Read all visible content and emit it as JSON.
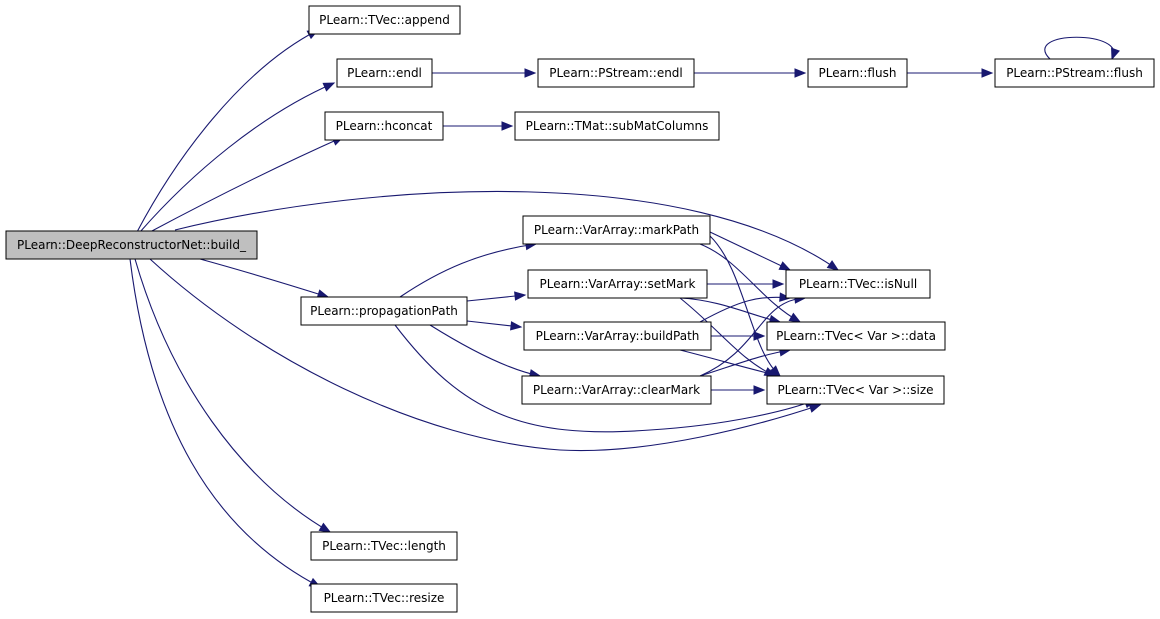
{
  "diagram": {
    "type": "call-graph",
    "colors": {
      "edge": "#191970",
      "root_fill": "#bfbfbf",
      "node_fill": "#ffffff",
      "border": "#000000"
    },
    "nodes": [
      {
        "id": "build",
        "label": "PLearn::DeepReconstructorNet::build_",
        "root": true
      },
      {
        "id": "append",
        "label": "PLearn::TVec::append"
      },
      {
        "id": "endl",
        "label": "PLearn::endl"
      },
      {
        "id": "hconcat",
        "label": "PLearn::hconcat"
      },
      {
        "id": "propagationPath",
        "label": "PLearn::propagationPath"
      },
      {
        "id": "length",
        "label": "PLearn::TVec::length"
      },
      {
        "id": "resize",
        "label": "PLearn::TVec::resize"
      },
      {
        "id": "pstreamEndl",
        "label": "PLearn::PStream::endl"
      },
      {
        "id": "subMatColumns",
        "label": "PLearn::TMat::subMatColumns"
      },
      {
        "id": "markPath",
        "label": "PLearn::VarArray::markPath"
      },
      {
        "id": "setMark",
        "label": "PLearn::VarArray::setMark"
      },
      {
        "id": "buildPath",
        "label": "PLearn::VarArray::buildPath"
      },
      {
        "id": "clearMark",
        "label": "PLearn::VarArray::clearMark"
      },
      {
        "id": "flush",
        "label": "PLearn::flush"
      },
      {
        "id": "pstreamFlush",
        "label": "PLearn::PStream::flush"
      },
      {
        "id": "isNull",
        "label": "PLearn::TVec::isNull"
      },
      {
        "id": "data",
        "label": "PLearn::TVec< Var >::data"
      },
      {
        "id": "size",
        "label": "PLearn::TVec< Var >::size"
      }
    ],
    "edges": [
      {
        "from": "build",
        "to": "append"
      },
      {
        "from": "build",
        "to": "endl"
      },
      {
        "from": "build",
        "to": "hconcat"
      },
      {
        "from": "build",
        "to": "isNull"
      },
      {
        "from": "build",
        "to": "propagationPath"
      },
      {
        "from": "build",
        "to": "size"
      },
      {
        "from": "build",
        "to": "length"
      },
      {
        "from": "build",
        "to": "resize"
      },
      {
        "from": "endl",
        "to": "pstreamEndl"
      },
      {
        "from": "pstreamEndl",
        "to": "flush"
      },
      {
        "from": "flush",
        "to": "pstreamFlush"
      },
      {
        "from": "pstreamFlush",
        "to": "pstreamFlush"
      },
      {
        "from": "hconcat",
        "to": "subMatColumns"
      },
      {
        "from": "propagationPath",
        "to": "markPath"
      },
      {
        "from": "propagationPath",
        "to": "setMark"
      },
      {
        "from": "propagationPath",
        "to": "buildPath"
      },
      {
        "from": "propagationPath",
        "to": "clearMark"
      },
      {
        "from": "propagationPath",
        "to": "size"
      },
      {
        "from": "markPath",
        "to": "isNull"
      },
      {
        "from": "markPath",
        "to": "data"
      },
      {
        "from": "markPath",
        "to": "size"
      },
      {
        "from": "setMark",
        "to": "isNull"
      },
      {
        "from": "setMark",
        "to": "data"
      },
      {
        "from": "setMark",
        "to": "size"
      },
      {
        "from": "buildPath",
        "to": "isNull"
      },
      {
        "from": "buildPath",
        "to": "data"
      },
      {
        "from": "buildPath",
        "to": "size"
      },
      {
        "from": "clearMark",
        "to": "isNull"
      },
      {
        "from": "clearMark",
        "to": "data"
      },
      {
        "from": "clearMark",
        "to": "size"
      }
    ]
  }
}
